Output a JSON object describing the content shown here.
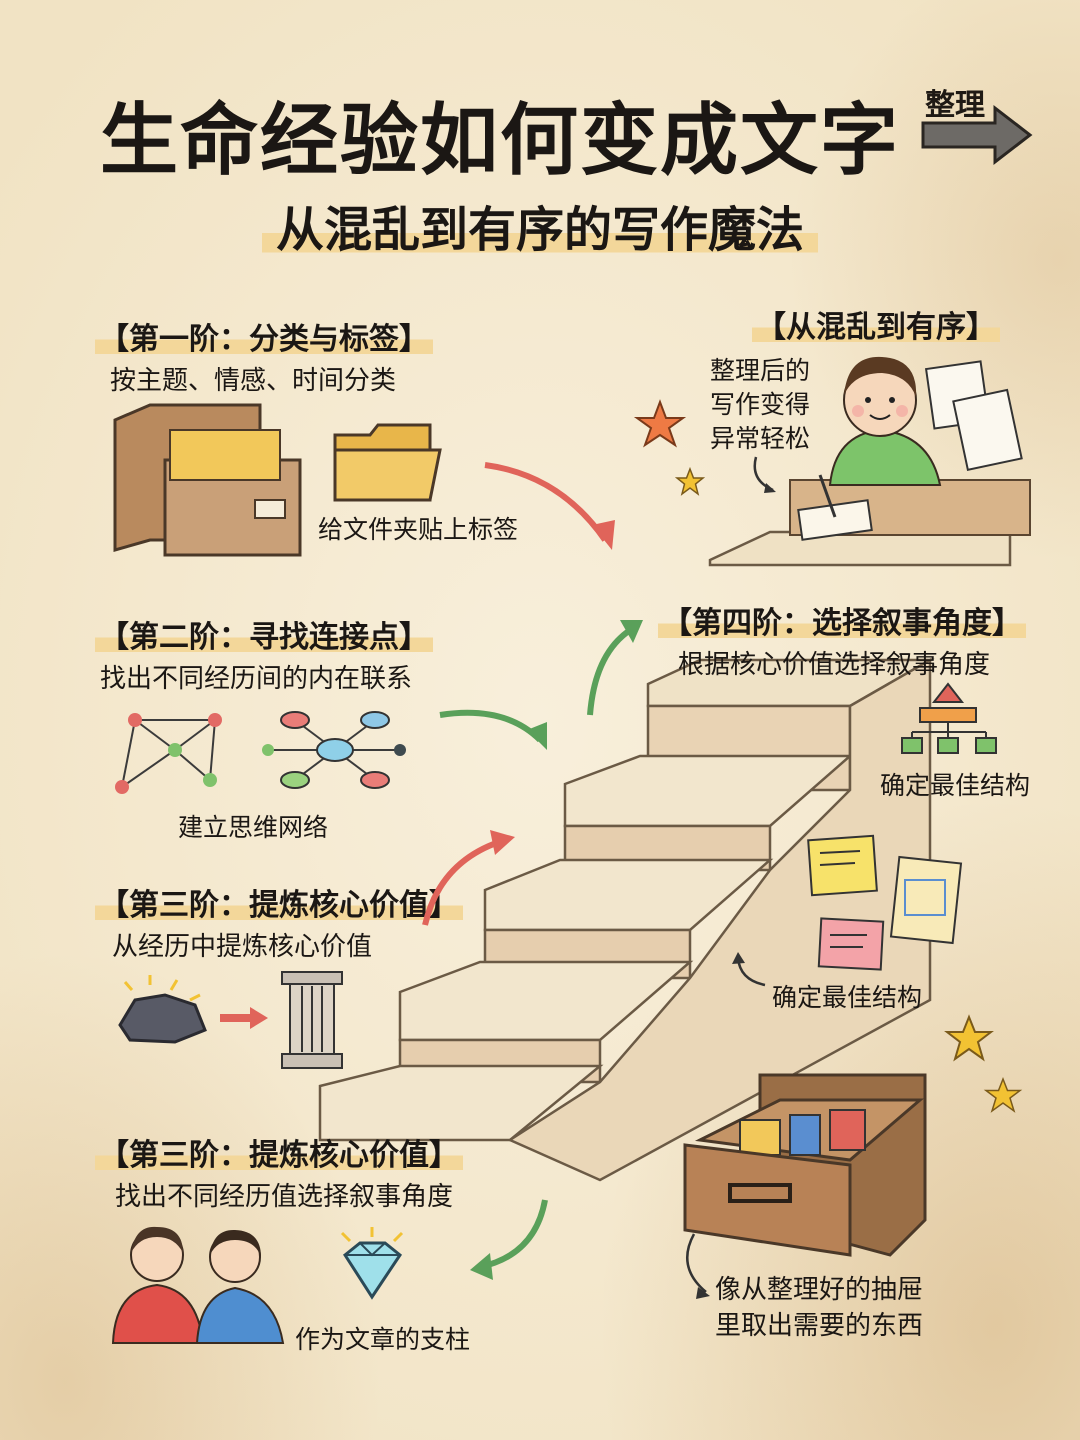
{
  "header": {
    "title": "生命经验如何变成文字",
    "subtitle": "从混乱到有序的写作魔法",
    "arrow_label": "整理"
  },
  "stages": [
    {
      "title": "【第一阶：分类与标签】",
      "desc": "按主题、情感、时间分类",
      "caption": "给文件夹贴上标签"
    },
    {
      "title": "【第二阶：寻找连接点】",
      "desc": "找出不同经历间的内在联系",
      "caption": "建立思维网络"
    },
    {
      "title": "【第三阶：提炼核心价值】",
      "desc": "从经历中提炼核心价值"
    },
    {
      "title": "【第三阶：提炼核心价值】",
      "desc": "找出不同经历值选择叙事角度",
      "caption": "作为文章的支柱"
    },
    {
      "title": "【第四阶：选择叙事角度】",
      "desc": "根据核心价值选择叙事角度",
      "caption": "确定最佳结构"
    }
  ],
  "top_right": {
    "title": "【从混乱到有序】",
    "note_lines": [
      "整理后的",
      "写作变得",
      "异常轻松"
    ]
  },
  "right_side": {
    "notes_caption": "确定最佳结构",
    "drawer_caption_lines": [
      "像从整理好的抽屉",
      "里取出需要的东西"
    ]
  },
  "colors": {
    "highlight": "#f3d79a",
    "arrow_red": "#e0645a",
    "arrow_green": "#5aa05a",
    "star": "#f2c233"
  }
}
